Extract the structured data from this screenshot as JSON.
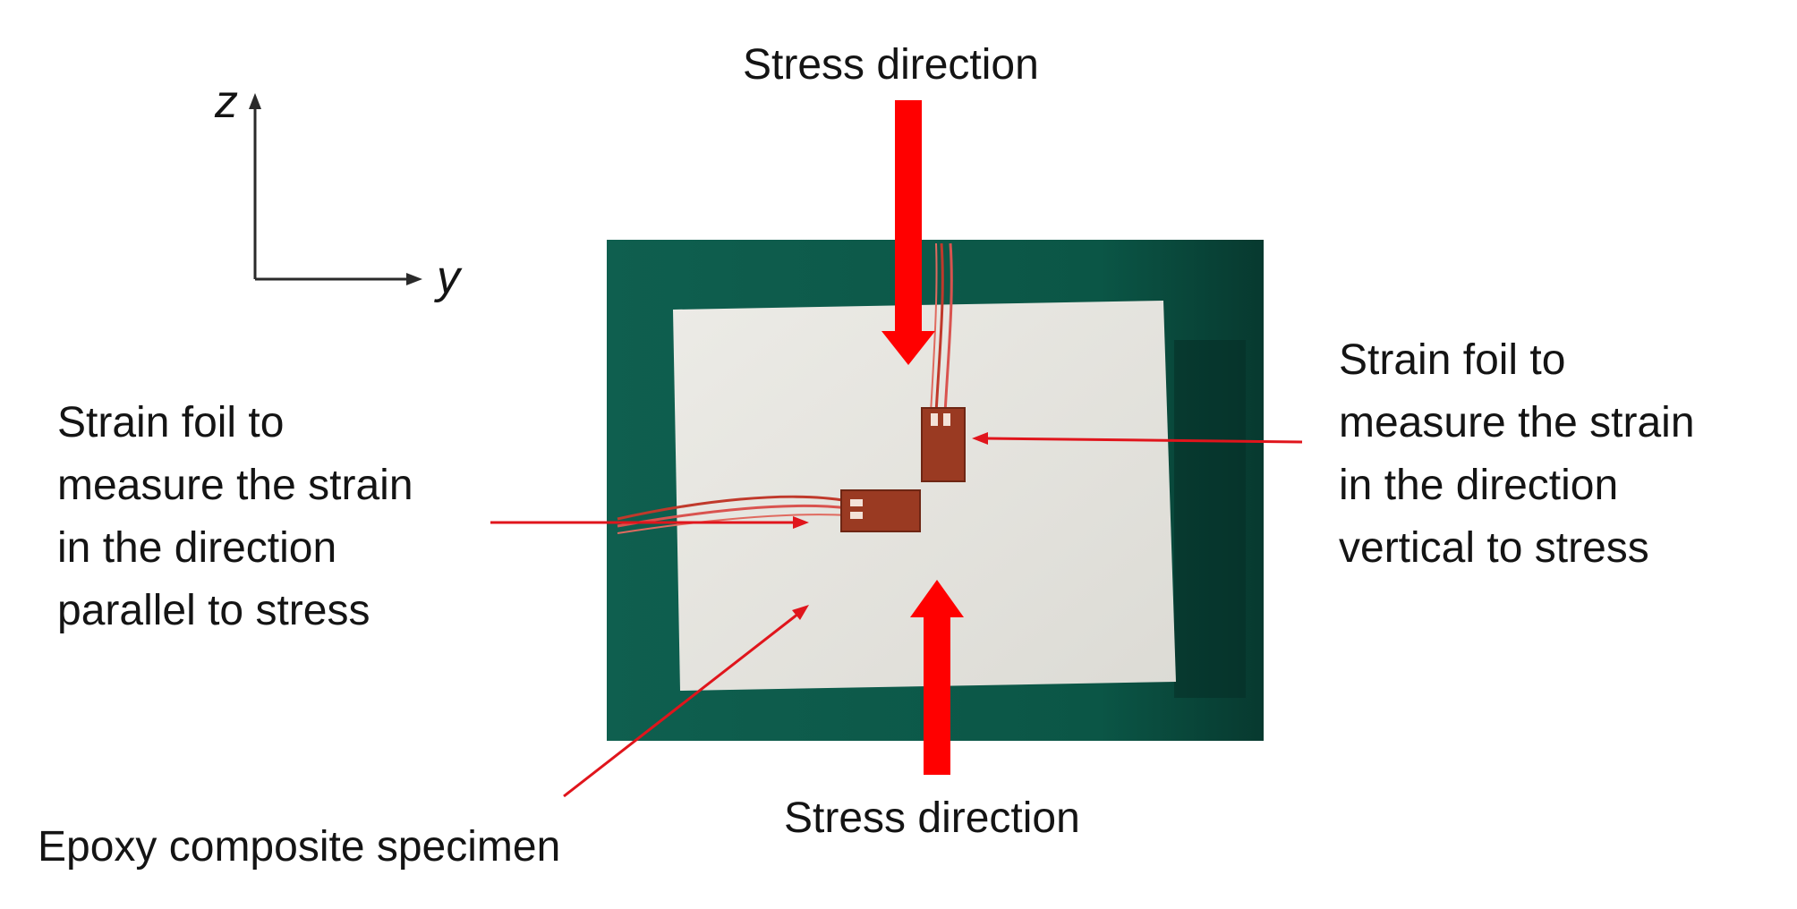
{
  "axes": {
    "vertical": "z",
    "horizontal": "y"
  },
  "labels": {
    "stress_top": "Stress direction",
    "stress_bottom": "Stress direction",
    "foil_right": [
      "Strain foil to",
      "measure the strain",
      "in the direction",
      "vertical to stress"
    ],
    "foil_left": [
      "Strain foil to",
      "measure the strain",
      "in the direction",
      "parallel to stress"
    ],
    "specimen": "Epoxy composite specimen"
  },
  "colors": {
    "arrow": "#ff0000",
    "annotation": "#e0151c",
    "board": "#0c5a4a",
    "specimen": "#e9e8e3",
    "foil": "#9a3a22",
    "text": "#141414"
  }
}
